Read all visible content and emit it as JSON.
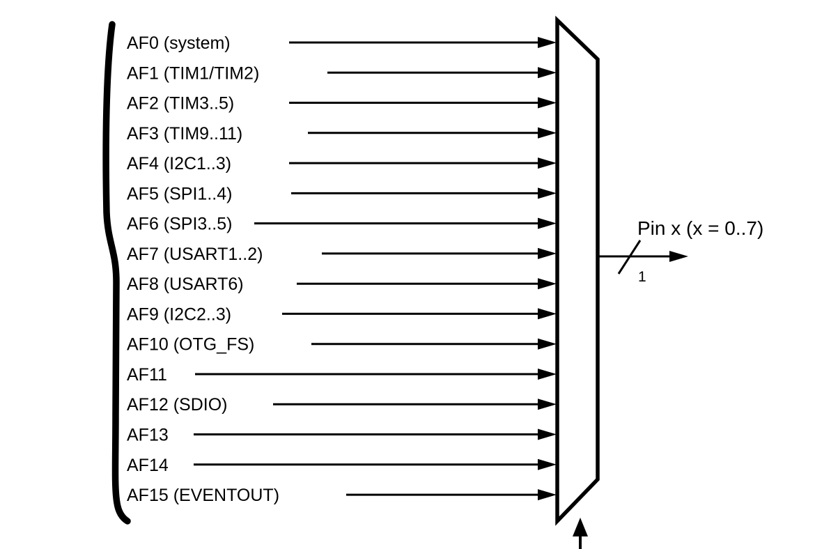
{
  "diagram": {
    "inputs": [
      {
        "label": "AF0 (system)"
      },
      {
        "label": "AF1 (TIM1/TIM2)"
      },
      {
        "label": "AF2 (TIM3..5)"
      },
      {
        "label": "AF3 (TIM9..11)"
      },
      {
        "label": "AF4 (I2C1..3)"
      },
      {
        "label": "AF5 (SPI1..4)"
      },
      {
        "label": "AF6 (SPI3..5)"
      },
      {
        "label": "AF7 (USART1..2)"
      },
      {
        "label": "AF8 (USART6)"
      },
      {
        "label": "AF9 (I2C2..3)"
      },
      {
        "label": "AF10 (OTG_FS)"
      },
      {
        "label": "AF11"
      },
      {
        "label": "AF12 (SDIO)"
      },
      {
        "label": "AF13"
      },
      {
        "label": "AF14"
      },
      {
        "label": "AF15 (EVENTOUT)"
      }
    ],
    "output": {
      "label": "Pin x (x = 0..7)",
      "bus_width_label": "1"
    },
    "colors": {
      "ink": "#000000",
      "background": "#ffffff"
    }
  }
}
